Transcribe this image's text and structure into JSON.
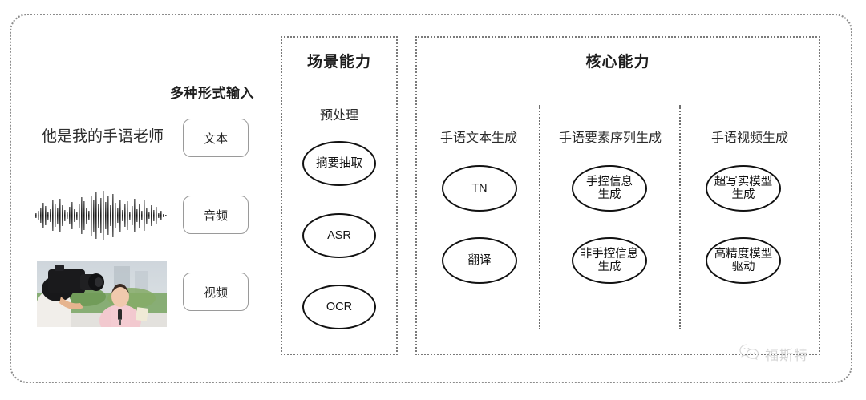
{
  "diagram": {
    "input_panel": {
      "caption": "多种形式输入",
      "sample_sentence": "他是我的手语老师",
      "modalities": [
        {
          "label": "文本",
          "media": "text-sentence"
        },
        {
          "label": "音频",
          "media": "audio-waveform"
        },
        {
          "label": "视频",
          "media": "video-thumbnail"
        }
      ]
    },
    "sections": [
      {
        "id": "scene-capability",
        "title": "场景能力",
        "columns": [
          {
            "label": "预处理",
            "nodes": [
              "摘要抽取",
              "ASR",
              "OCR"
            ]
          }
        ]
      },
      {
        "id": "core-capability",
        "title": "核心能力",
        "columns": [
          {
            "label": "手语文本生成",
            "nodes": [
              "TN",
              "翻译"
            ]
          },
          {
            "label": "手语要素序列生成",
            "nodes": [
              "手控信息\n生成",
              "非手控信息\n生成"
            ]
          },
          {
            "label": "手语视频生成",
            "nodes": [
              "超写实模型\n生成",
              "高精度模型\n驱动"
            ]
          }
        ]
      }
    ],
    "watermark": {
      "icon": "wechat-logo-icon",
      "text": "福斯特"
    },
    "colors": {
      "frame_border": "#8c8c8c",
      "node_border": "#111111",
      "pill_border": "#9a9a9a",
      "text": "#1e1e1e",
      "watermark": "#b4b4b4",
      "background": "#ffffff"
    }
  }
}
